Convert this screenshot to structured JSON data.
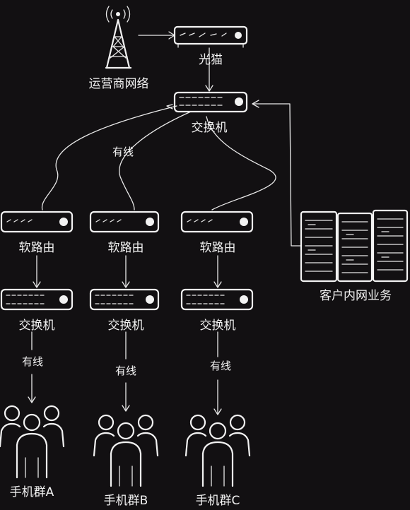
{
  "nodes": {
    "carrier": "运营商网络",
    "modem": "光猫",
    "core_switch": "交换机",
    "router_a": "软路由",
    "router_b": "软路由",
    "router_c": "软路由",
    "switch_a": "交换机",
    "switch_b": "交换机",
    "switch_c": "交换机",
    "intranet": "客户内网业务",
    "phones_a": "手机群A",
    "phones_b": "手机群B",
    "phones_c": "手机群C"
  },
  "edges": {
    "core_wired": "有线",
    "a_wired": "有线",
    "b_wired": "有线",
    "c_wired": "有线"
  },
  "colors": {
    "background": "#121012",
    "ink": "#f2f2f2"
  }
}
